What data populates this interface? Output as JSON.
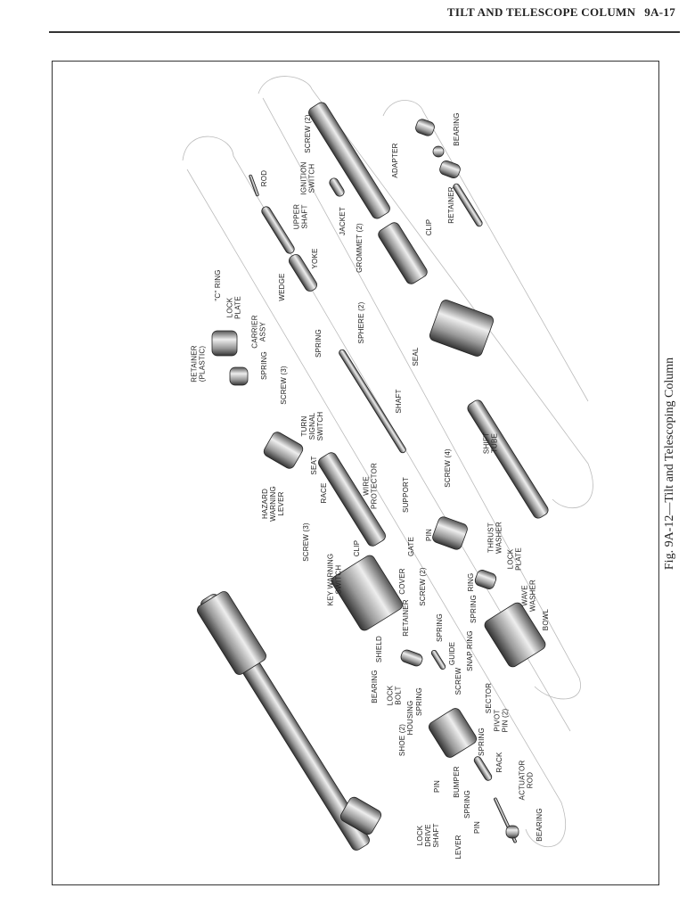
{
  "header": {
    "section": "TILT AND TELESCOPE COLUMN",
    "page": "9A-17"
  },
  "caption": "Fig. 9A-12—Tilt and Telescoping Column",
  "labels": [
    [
      "SCREW (2)"
    ],
    [
      "IGNITION",
      "SWITCH"
    ],
    [
      "ROD"
    ],
    [
      "UPPER",
      "SHAFT"
    ],
    [
      "JACKET"
    ],
    [
      "GROMMET (2)"
    ],
    [
      "ADAPTER"
    ],
    [
      "BEARING"
    ],
    [
      "RETAINER"
    ],
    [
      "CLIP"
    ],
    [
      "WEDGE"
    ],
    [
      "YOKE"
    ],
    [
      "\"C\" RING"
    ],
    [
      "LOCK",
      "PLATE"
    ],
    [
      "CARRIER",
      "ASSY"
    ],
    [
      "RETAINER",
      "(PLASTIC)"
    ],
    [
      "SPRING"
    ],
    [
      "SCREW (3)"
    ],
    [
      "SPRING"
    ],
    [
      "SPHERE (2)"
    ],
    [
      "SEAL"
    ],
    [
      "SHAFT"
    ],
    [
      "TURN",
      "SIGNAL",
      "SWITCH"
    ],
    [
      "SHIFT",
      "TUBE"
    ],
    [
      "SEAT"
    ],
    [
      "WIRE",
      "PROTECTOR"
    ],
    [
      "HAZARD",
      "WARNING",
      "LEVER"
    ],
    [
      "RACE"
    ],
    [
      "SUPPORT"
    ],
    [
      "SCREW (4)"
    ],
    [
      "SCREW (3)"
    ],
    [
      "CLIP"
    ],
    [
      "PIN"
    ],
    [
      "GATE"
    ],
    [
      "THRUST",
      "WASHER"
    ],
    [
      "KEY WARNING",
      "SWITCH"
    ],
    [
      "COVER"
    ],
    [
      "SCREW (2)"
    ],
    [
      "RING"
    ],
    [
      "LOCK",
      "PLATE"
    ],
    [
      "WAVE",
      "WASHER"
    ],
    [
      "SPRING"
    ],
    [
      "BOWL"
    ],
    [
      "SHIELD"
    ],
    [
      "RETAINER"
    ],
    [
      "SPRING"
    ],
    [
      "GUIDE"
    ],
    [
      "BEARING"
    ],
    [
      "LOCK",
      "BOLT"
    ],
    [
      "SCREW"
    ],
    [
      "SNAP RING"
    ],
    [
      "SPRING"
    ],
    [
      "HOUSING"
    ],
    [
      "SECTOR"
    ],
    [
      "SHOE (2)"
    ],
    [
      "PIVOT",
      "PIN (2)"
    ],
    [
      "SPRING"
    ],
    [
      "RACK"
    ],
    [
      "ACTUATOR",
      "ROD"
    ],
    [
      "PIN"
    ],
    [
      "BUMPER"
    ],
    [
      "SPRING"
    ],
    [
      "PIN"
    ],
    [
      "LEVER"
    ],
    [
      "LOCK",
      "DRIVE",
      "SHAFT"
    ],
    [
      "BEARING"
    ]
  ]
}
